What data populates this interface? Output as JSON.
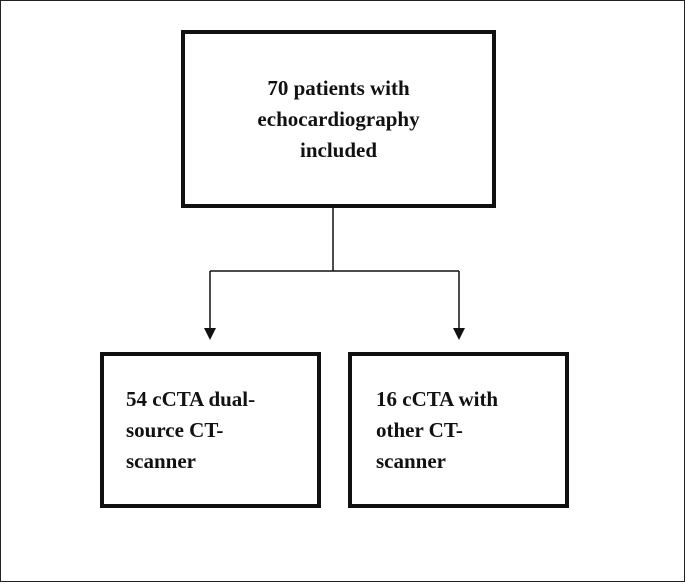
{
  "diagram": {
    "nodes": {
      "top": {
        "lines": [
          "70 patients with",
          "echocardiography",
          "included"
        ]
      },
      "left": {
        "lines": [
          "54 cCTA dual-",
          "source CT-",
          "scanner"
        ]
      },
      "right": {
        "lines": [
          "16 cCTA with",
          "other CT-",
          "scanner"
        ]
      }
    },
    "edges": [
      {
        "from": "top",
        "to": "left"
      },
      {
        "from": "top",
        "to": "right"
      }
    ],
    "colors": {
      "stroke": "#111111",
      "background": "#ffffff"
    }
  }
}
